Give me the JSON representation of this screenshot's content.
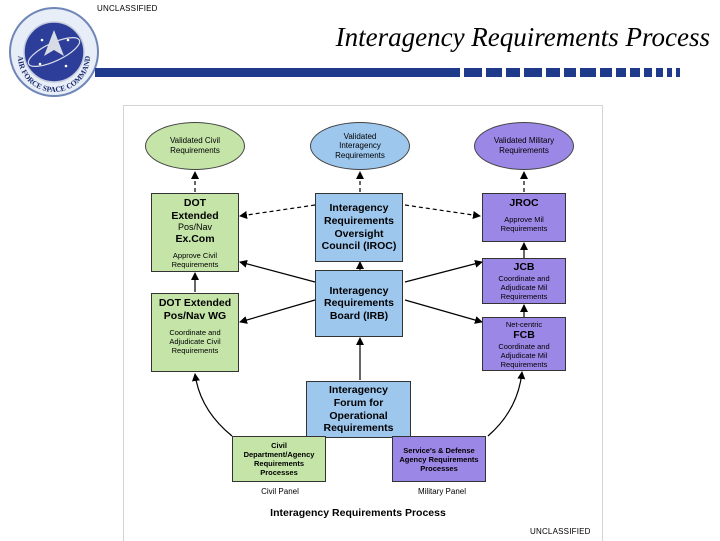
{
  "header": {
    "classification_top": "UNCLASSIFIED",
    "title": "Interagency Requirements Process",
    "logo_text": "AIR FORCE SPACE COMMAND"
  },
  "footer": {
    "classification_bottom": "UNCLASSIFIED"
  },
  "diagram": {
    "ellipses": {
      "civil": "Validated Civil Requirements",
      "interagency": "Validated Interagency Requirements",
      "military": "Validated Military Requirements"
    },
    "dot_excom": {
      "line1": "DOT",
      "line2": "Extended",
      "line3": "Pos/Nav",
      "line4": "Ex.Com",
      "sub": "Approve Civil Requirements"
    },
    "iroc": {
      "title": "Interagency Requirements Oversight Council (IROC)"
    },
    "jroc": {
      "title": "JROC",
      "sub": "Approve Mil Requirements"
    },
    "jcb": {
      "title": "JCB",
      "sub": "Coordinate and Adjudicate Mil Requirements"
    },
    "dot_wg": {
      "title": "DOT Extended Pos/Nav WG",
      "sub": "Coordinate and Adjudicate Civil Requirements"
    },
    "irb": {
      "title": "Interagency Requirements Board (IRB)"
    },
    "fcb": {
      "pre": "Net-centric",
      "title": "FCB",
      "sub": "Coordinate and Adjudicate Mil Requirements"
    },
    "forum": {
      "title": "Interagency Forum for Operational Requirements"
    },
    "civil_processes": {
      "title": "Civil Department/Agency Requirements Processes"
    },
    "military_processes": {
      "title": "Service's & Defense Agency Requirements Processes"
    },
    "civil_panel": "Civil Panel",
    "military_panel": "Military Panel",
    "caption": "Interagency Requirements Process"
  },
  "colors": {
    "civil": "#c4e4a8",
    "interagency": "#9ec7ee",
    "military": "#9a87e6",
    "title_bar": "#1f3a8a"
  }
}
